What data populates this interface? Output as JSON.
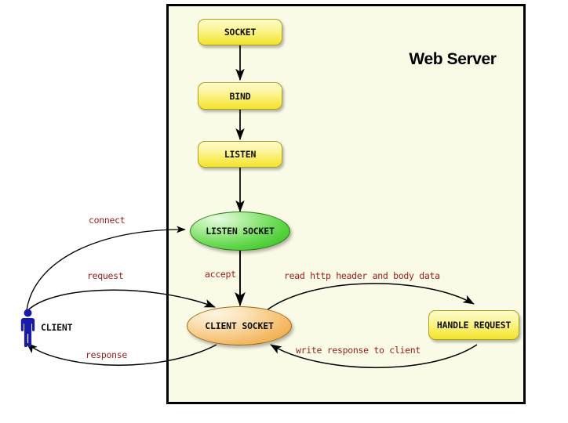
{
  "diagram": {
    "title": "Web Server",
    "colors": {
      "container_bg": "#fafbe6",
      "container_border": "#000000",
      "box_fill": "#f7ea4e",
      "listen_socket_fill": "#3fc72a",
      "client_socket_fill": "#efa845",
      "label_red": "#9c1a1a",
      "actor_blue": "#1a1aa8"
    },
    "server": {
      "title": "Web Server",
      "process_boxes": [
        {
          "id": "socket",
          "label": "SOCKET"
        },
        {
          "id": "bind",
          "label": "BIND"
        },
        {
          "id": "listen",
          "label": "LISTEN"
        },
        {
          "id": "handle-request",
          "label": "HANDLE REQUEST"
        }
      ],
      "sockets": [
        {
          "id": "listen-socket",
          "label": "LISTEN SOCKET",
          "shape": "ellipse",
          "color": "green"
        },
        {
          "id": "client-socket",
          "label": "CLIENT SOCKET",
          "shape": "ellipse",
          "color": "orange"
        }
      ]
    },
    "actor": {
      "label": "CLIENT",
      "icon": "person-icon"
    },
    "edges": [
      {
        "id": "socket-to-bind",
        "label": ""
      },
      {
        "id": "bind-to-listen",
        "label": ""
      },
      {
        "id": "listen-to-listen-socket",
        "label": ""
      },
      {
        "id": "client-to-listen-socket",
        "label": "connect"
      },
      {
        "id": "listen-socket-to-client-socket",
        "label": "accept"
      },
      {
        "id": "client-to-client-socket",
        "label": "request"
      },
      {
        "id": "client-socket-to-client",
        "label": "response"
      },
      {
        "id": "client-socket-to-handle",
        "label": "read http header and body data"
      },
      {
        "id": "handle-to-client-socket",
        "label": "write response to client"
      }
    ]
  }
}
